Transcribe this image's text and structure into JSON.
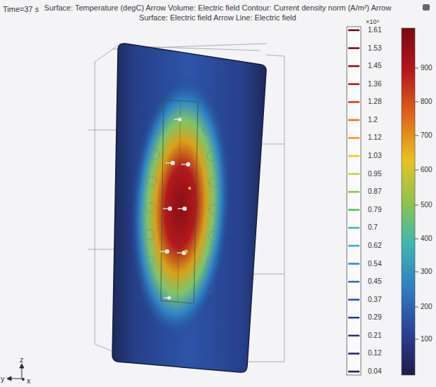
{
  "diagram": {
    "title": "Surface: Temperature (degC) Arrow Volume: Electric field Contour: Current density norm (A/m²) Arrow Surface: Electric field Arrow Line: Electric field",
    "labels": [
      "Time=37 s",
      "×10⁹",
      "1.61",
      "1.53",
      "1.45",
      "1.36",
      "1.28",
      "1.2",
      "1.12",
      "1.03",
      "0.95",
      "0.87",
      "0.79",
      "0.7",
      "0.62",
      "0.54",
      "0.45",
      "0.37",
      "0.29",
      "0.21",
      "0.12",
      "0.04",
      "900",
      "800",
      "700",
      "600",
      "500",
      "400",
      "300",
      "200",
      "100",
      "z",
      "y",
      "x"
    ]
  }
}
